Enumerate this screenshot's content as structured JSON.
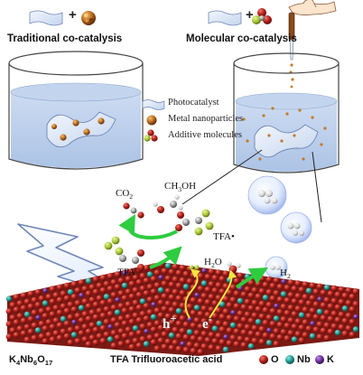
{
  "header": {
    "left_title": "Traditional co-catalysis",
    "right_title": "Molecular co-catalysis",
    "plus": "+"
  },
  "legend": {
    "items": [
      {
        "icon": "photocatalyst-sheet-icon",
        "label": "Photocatalyst"
      },
      {
        "icon": "metal-nanoparticle-icon",
        "label": "Metal nanoparticles"
      },
      {
        "icon": "additive-molecule-icon",
        "label": "Additive molecules"
      }
    ]
  },
  "reaction": {
    "co2": "CO",
    "co2_sub": "2",
    "ch3oh_a": "CH",
    "ch3oh_sub": "3",
    "ch3oh_b": "OH",
    "tfa_radical": "TFA•",
    "tfa_anion": "TFA",
    "tfa_anion_sup": "-",
    "water_a": "H",
    "water_sub": "2",
    "water_b": "O",
    "hydrogen_a": "H",
    "hydrogen_sub": "2",
    "hole": "h",
    "hole_sup": "+",
    "electron": "e",
    "electron_sup": "-"
  },
  "footer": {
    "formula_a": "K",
    "formula_s1": "4",
    "formula_b": "Nb",
    "formula_s2": "6",
    "formula_c": "O",
    "formula_s3": "17",
    "tfa_name": "TFA Trifluoroacetic acid",
    "atoms": [
      {
        "label": "O",
        "color": "#c8201e"
      },
      {
        "label": "Nb",
        "color": "#1f9a93"
      },
      {
        "label": "K",
        "color": "#6b2c99"
      }
    ]
  },
  "colors": {
    "oxygen": "#b8211d",
    "niobium": "#1e9990",
    "potassium": "#6a2d98",
    "fluorine": "#a6c433",
    "arrow_green": "#2ecc40",
    "water": "#b9cdea"
  }
}
